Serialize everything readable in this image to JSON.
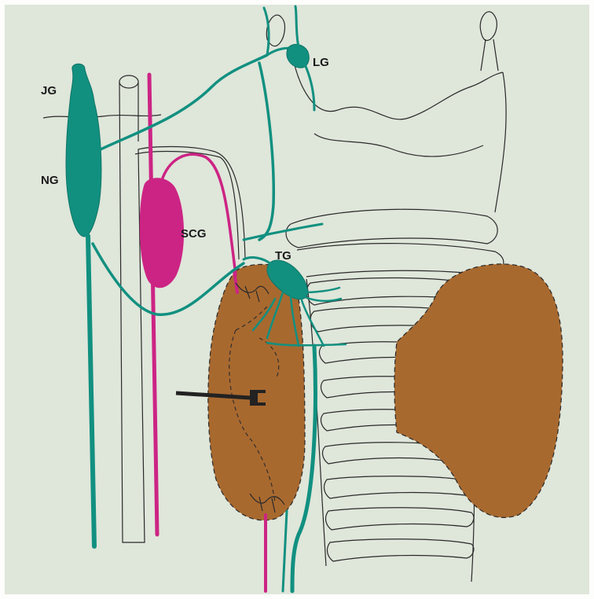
{
  "labels": {
    "jg": "JG",
    "ng": "NG",
    "lg": "LG",
    "scg": "SCG",
    "tg": "TG"
  },
  "colors": {
    "background": "#dfe6da",
    "vagal_nerve": "#119080",
    "sympathetic_nerve": "#cc2484",
    "gland": "#a8692f",
    "outline": "#2a2a2a",
    "probe": "#222222"
  }
}
